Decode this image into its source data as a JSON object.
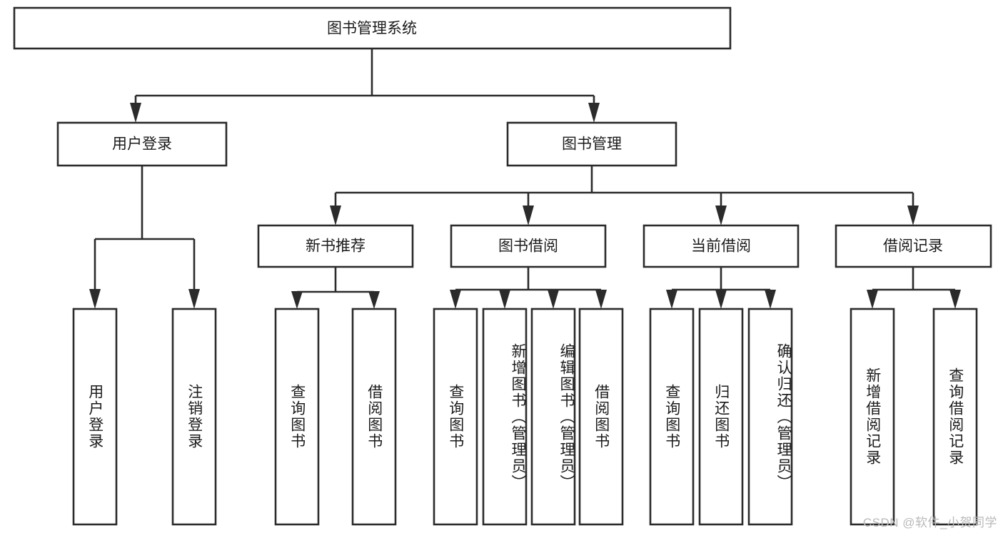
{
  "diagram": {
    "title": "图书管理系统",
    "type": "tree-hierarchy",
    "root": {
      "label": "图书管理系统"
    },
    "level1": [
      {
        "label": "用户登录"
      },
      {
        "label": "图书管理"
      }
    ],
    "level2": [
      {
        "label": "新书推荐"
      },
      {
        "label": "图书借阅"
      },
      {
        "label": "当前借阅"
      },
      {
        "label": "借阅记录"
      }
    ],
    "leaves": {
      "user_login": [
        {
          "label": "用户登录"
        },
        {
          "label": "注销登录"
        }
      ],
      "new_book_recommend": [
        {
          "label": "查询图书"
        },
        {
          "label": "借阅图书"
        }
      ],
      "book_borrow": [
        {
          "label": "查询图书"
        },
        {
          "label": "新增图书（管理员）"
        },
        {
          "label": "编辑图书（管理员）"
        },
        {
          "label": "借阅图书"
        }
      ],
      "current_borrow": [
        {
          "label": "查询图书"
        },
        {
          "label": "归还图书"
        },
        {
          "label": "确认归还（管理员）"
        }
      ],
      "borrow_record": [
        {
          "label": "新增借阅记录"
        },
        {
          "label": "查询借阅记录"
        }
      ]
    }
  },
  "watermark": {
    "text": "CSDN @软件_小贺同学"
  },
  "colors": {
    "stroke": "#2b2b2b",
    "fill": "#ffffff",
    "text": "#1b1b1b",
    "watermark": "#b9b9b9"
  }
}
